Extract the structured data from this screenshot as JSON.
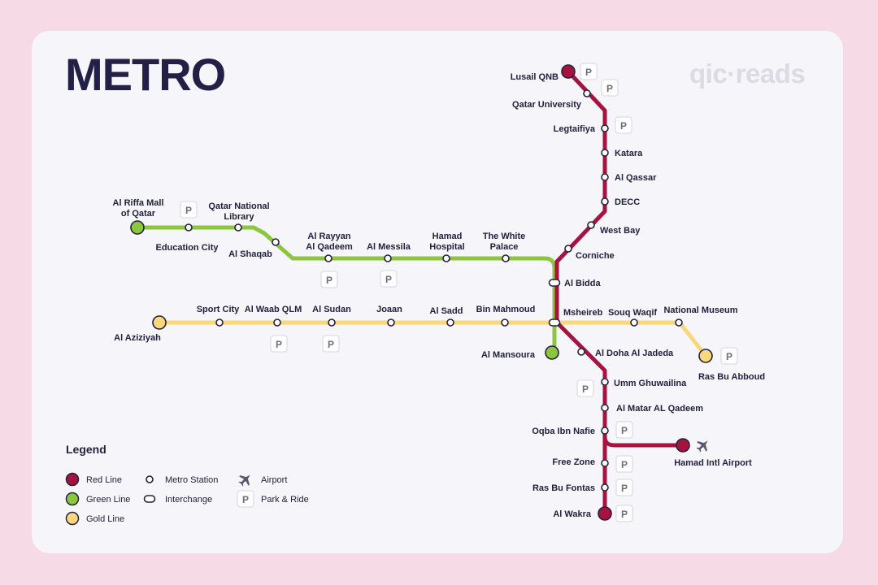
{
  "title": "METRO",
  "brand": "qic·reads",
  "colors": {
    "red": "#a8123f",
    "green": "#8cc63f",
    "gold": "#fbd77b",
    "dark": "#23213f",
    "background": "#f6dbe6",
    "card": "#f5f5fa"
  },
  "icons": {
    "park_ride": "P",
    "airport": "✈"
  },
  "legend": {
    "title": "Legend",
    "items": [
      {
        "label": "Red Line",
        "kind": "line-red"
      },
      {
        "label": "Green Line",
        "kind": "line-green"
      },
      {
        "label": "Gold Line",
        "kind": "line-gold"
      },
      {
        "label": "Metro Station",
        "kind": "station"
      },
      {
        "label": "Interchange",
        "kind": "interchange"
      },
      {
        "label": "Airport",
        "kind": "airport"
      },
      {
        "label": "Park & Ride",
        "kind": "park-ride"
      }
    ]
  },
  "stations": [
    {
      "name": "Lusail QNB",
      "line": "red",
      "type": "terminal"
    },
    {
      "name": "Qatar University",
      "line": "red",
      "type": "station"
    },
    {
      "name": "Legtaifiya",
      "line": "red",
      "type": "station"
    },
    {
      "name": "Katara",
      "line": "red",
      "type": "station"
    },
    {
      "name": "Al Qassar",
      "line": "red",
      "type": "station"
    },
    {
      "name": "DECC",
      "line": "red",
      "type": "station"
    },
    {
      "name": "West Bay",
      "line": "red",
      "type": "station"
    },
    {
      "name": "Corniche",
      "line": "red",
      "type": "station"
    },
    {
      "name": "Al Bidda",
      "line": "red/green",
      "type": "interchange"
    },
    {
      "name": "Msheireb",
      "line": "red/green/gold",
      "type": "interchange"
    },
    {
      "name": "Al Doha Al Jadeda",
      "line": "red",
      "type": "station"
    },
    {
      "name": "Umm Ghuwailina",
      "line": "red",
      "type": "station"
    },
    {
      "name": "Al Matar AL Qadeem",
      "line": "red",
      "type": "station"
    },
    {
      "name": "Oqba Ibn Nafie",
      "line": "red",
      "type": "station"
    },
    {
      "name": "Free Zone",
      "line": "red",
      "type": "station"
    },
    {
      "name": "Ras Bu Fontas",
      "line": "red",
      "type": "station"
    },
    {
      "name": "Al Wakra",
      "line": "red",
      "type": "terminal"
    },
    {
      "name": "Hamad Intl Airport",
      "line": "red",
      "type": "terminal"
    },
    {
      "name": "Al Riffa Mall of Qatar",
      "line": "green",
      "type": "terminal"
    },
    {
      "name": "Education City",
      "line": "green",
      "type": "station"
    },
    {
      "name": "Qatar National Library",
      "line": "green",
      "type": "station"
    },
    {
      "name": "Al Shaqab",
      "line": "green",
      "type": "station"
    },
    {
      "name": "Al Rayyan Al Qadeem",
      "line": "green",
      "type": "station"
    },
    {
      "name": "Al Messila",
      "line": "green",
      "type": "station"
    },
    {
      "name": "Hamad Hospital",
      "line": "green",
      "type": "station"
    },
    {
      "name": "The White Palace",
      "line": "green",
      "type": "station"
    },
    {
      "name": "Al Mansoura",
      "line": "green",
      "type": "terminal"
    },
    {
      "name": "Al Aziziyah",
      "line": "gold",
      "type": "terminal"
    },
    {
      "name": "Sport City",
      "line": "gold",
      "type": "station"
    },
    {
      "name": "Al Waab QLM",
      "line": "gold",
      "type": "station"
    },
    {
      "name": "Al Sudan",
      "line": "gold",
      "type": "station"
    },
    {
      "name": "Joaan",
      "line": "gold",
      "type": "station"
    },
    {
      "name": "Al Sadd",
      "line": "gold",
      "type": "station"
    },
    {
      "name": "Bin Mahmoud",
      "line": "gold",
      "type": "station"
    },
    {
      "name": "Souq Waqif",
      "line": "gold",
      "type": "station"
    },
    {
      "name": "National Museum",
      "line": "gold",
      "type": "station"
    },
    {
      "name": "Ras Bu Abboud",
      "line": "gold",
      "type": "terminal"
    }
  ]
}
